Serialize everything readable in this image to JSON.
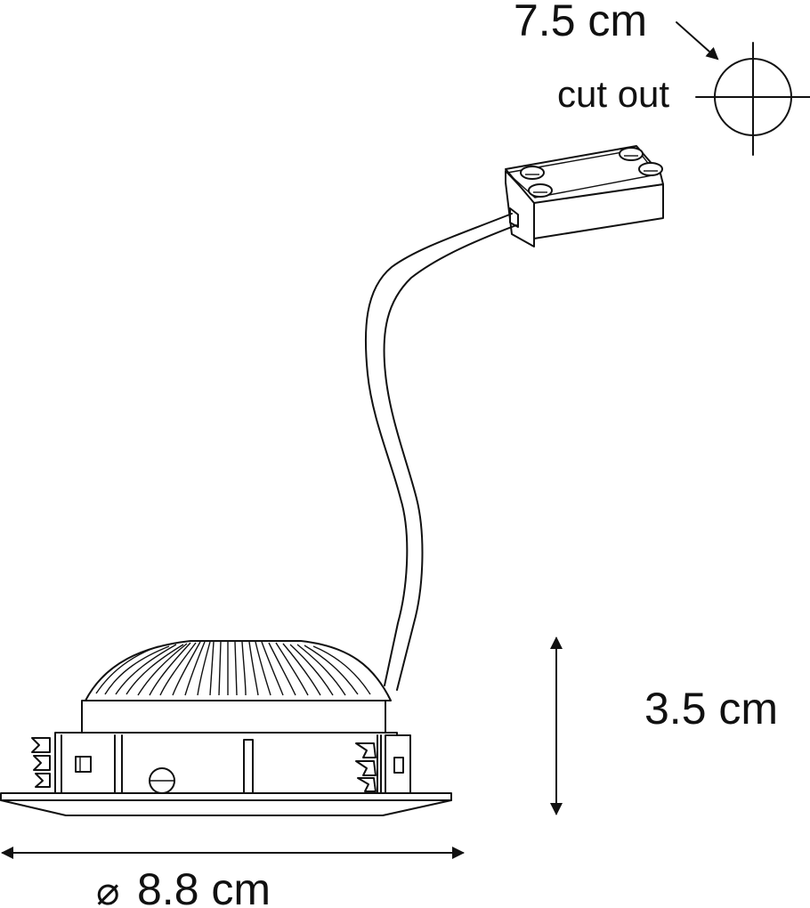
{
  "drawing": {
    "subject": "recessed spotlight with LED heat sink and driver box",
    "line_color": "#111111",
    "background": "#ffffff"
  },
  "dimensions": {
    "cutout": {
      "value": "7.5 cm",
      "label": "cut out"
    },
    "height": {
      "value": "3.5 cm"
    },
    "diameter": {
      "symbol": "⌀",
      "value": "8.8 cm"
    }
  }
}
